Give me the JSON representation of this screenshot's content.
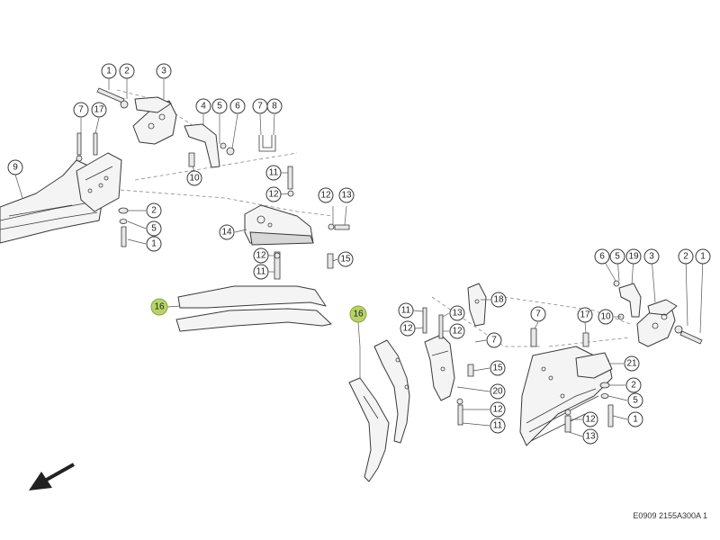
{
  "reference_code": "E0909 2155A300A 1",
  "callouts": [
    {
      "label": "1"
    },
    {
      "label": "2"
    },
    {
      "label": "3"
    },
    {
      "label": "4"
    },
    {
      "label": "5"
    },
    {
      "label": "6"
    },
    {
      "label": "7"
    },
    {
      "label": "8"
    },
    {
      "label": "7"
    },
    {
      "label": "17"
    },
    {
      "label": "9"
    },
    {
      "label": "10"
    },
    {
      "label": "11"
    },
    {
      "label": "12"
    },
    {
      "label": "12"
    },
    {
      "label": "13"
    },
    {
      "label": "2"
    },
    {
      "label": "5"
    },
    {
      "label": "1"
    },
    {
      "label": "14"
    },
    {
      "label": "15"
    },
    {
      "label": "12"
    },
    {
      "label": "11"
    },
    {
      "label": "16"
    },
    {
      "label": "16"
    },
    {
      "label": "11"
    },
    {
      "label": "12"
    },
    {
      "label": "13"
    },
    {
      "label": "12"
    },
    {
      "label": "18"
    },
    {
      "label": "7"
    },
    {
      "label": "15"
    },
    {
      "label": "20"
    },
    {
      "label": "12"
    },
    {
      "label": "11"
    },
    {
      "label": "6"
    },
    {
      "label": "5"
    },
    {
      "label": "19"
    },
    {
      "label": "3"
    },
    {
      "label": "2"
    },
    {
      "label": "1"
    },
    {
      "label": "10"
    },
    {
      "label": "7"
    },
    {
      "label": "17"
    },
    {
      "label": "21"
    },
    {
      "label": "2"
    },
    {
      "label": "5"
    },
    {
      "label": "12"
    },
    {
      "label": "1"
    },
    {
      "label": "13"
    }
  ],
  "colors": {
    "highlight": "#b7d36a",
    "line": "#3a3a3a"
  },
  "icons": {
    "direction_arrow": "arrow-down-left-icon"
  }
}
